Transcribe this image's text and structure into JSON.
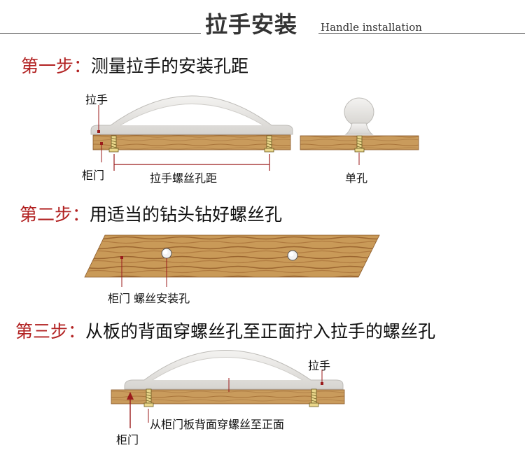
{
  "header": {
    "title_cn": "拉手安装",
    "title_en": "Handle installation"
  },
  "steps": [
    {
      "label": "第一步：",
      "text": "测量拉手的安装孔距"
    },
    {
      "label": "第二步：",
      "text": "用适当的钻头钻好螺丝孔"
    },
    {
      "label": "第三步：",
      "text": "从板的背面穿螺丝孔至正面拧入拉手的螺丝孔"
    }
  ],
  "diagram1": {
    "handle_label": "拉手",
    "door_label": "柜门",
    "spacing_label": "拉手螺丝孔距",
    "single_hole_label": "单孔"
  },
  "diagram2": {
    "caption": "柜门 螺丝安装孔"
  },
  "diagram3": {
    "handle_label": "拉手",
    "screw_label": "从柜门板背面穿螺丝至正面",
    "door_label": "柜门"
  },
  "colors": {
    "step_label": "#b22222",
    "wood": "#c89a5a",
    "wood_dark": "#8a5a2a",
    "handle": "#e8e6e2",
    "dimension_line": "#9b1b1b"
  }
}
